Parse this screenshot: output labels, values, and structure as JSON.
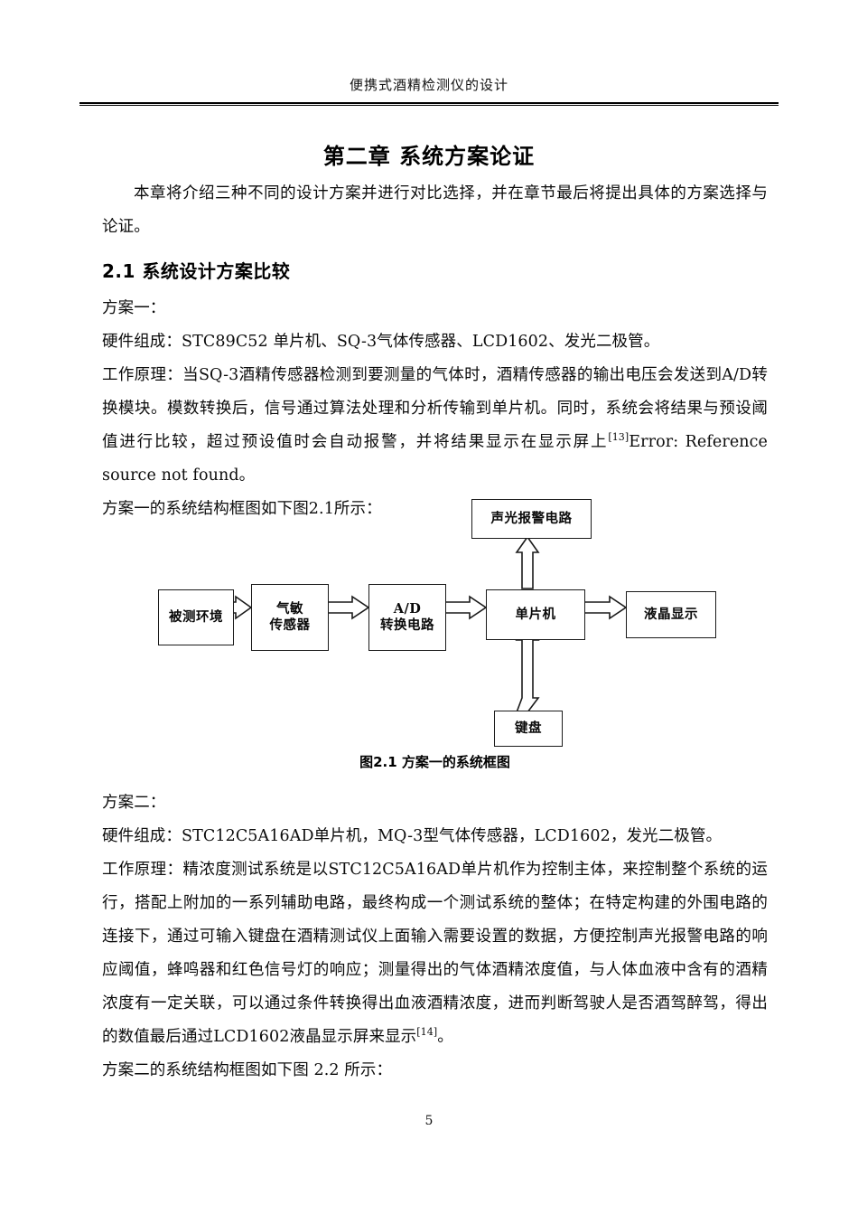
{
  "header": {
    "running_title": "便携式酒精检测仪的设计"
  },
  "chapter": {
    "title": "第二章 系统方案论证"
  },
  "intro": {
    "paragraph": "本章将介绍三种不同的设计方案并进行对比选择，并在章节最后将提出具体的方案选择与论证。"
  },
  "section": {
    "heading": "2.1 系统设计方案比较"
  },
  "plan_one": {
    "label": "方案一：",
    "hardware": "硬件组成：STC89C52 单片机、SQ-3气体传感器、LCD1602、发光二极管。",
    "principle_prefix": "工作原理：当SQ-3酒精传感器检测到要测量的气体时，酒精传感器的输出电压会发送到A/D转换模块。模数转换后，信号通过算法处理和分析传输到单片机。同时，系统会将结果与预设阈值进行比较，超过预设值时会自动报警，并将结果显示在显示屏上",
    "principle_ref": "[13]",
    "principle_suffix": "Error: Reference source not found。",
    "figure_lead": "方案一的系统结构框图如下图2.1所示："
  },
  "figure_1": {
    "caption": "图2.1 方案一的系统框图",
    "blocks": {
      "environment": "被测环境",
      "gas_sensor": "气敏\n传感器",
      "ad_circuit": "A/D\n转换电路",
      "mcu": "单片机",
      "lcd": "液晶显示",
      "alarm": "声光报警电路",
      "keyboard": "键盘"
    }
  },
  "plan_two": {
    "label": "方案二：",
    "hardware": "硬件组成：STC12C5A16AD单片机，MQ-3型气体传感器，LCD1602，发光二极管。",
    "principle_prefix": "工作原理：精浓度测试系统是以STC12C5A16AD单片机作为控制主体，来控制整个系统的运行，搭配上附加的一系列辅助电路，最终构成一个测试系统的整体；在特定构建的外围电路的连接下，通过可输入键盘在酒精测试仪上面输入需要设置的数据，方便控制声光报警电路的响应阈值，蜂鸣器和红色信号灯的响应；测量得出的气体酒精浓度值，与人体血液中含有的酒精浓度有一定关联，可以通过条件转换得出血液酒精浓度，进而判断驾驶人是否酒驾醉驾，得出的数值最后通过LCD1602液晶显示屏来显示",
    "principle_ref": "[14]",
    "principle_suffix": "。",
    "figure_lead": "方案二的系统结构框图如下图 2.2 所示："
  },
  "footer": {
    "page_number": "5"
  }
}
